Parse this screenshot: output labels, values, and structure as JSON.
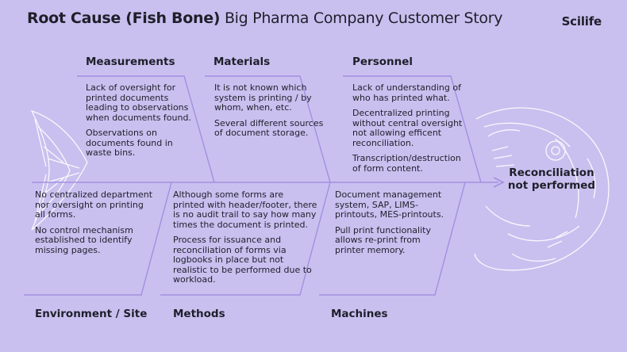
{
  "header": {
    "title_bold": "Root Cause (Fish Bone)",
    "title_rest": " Big Pharma Company Customer Story",
    "logo": "Scilife"
  },
  "outcome": {
    "line1": "Reconciliation",
    "line2": "not performed"
  },
  "categories": {
    "measurements": {
      "label": "Measurements",
      "items": [
        "Lack of oversight for printed documents leading to observations when documents found.",
        "Observations on documents found in waste bins."
      ]
    },
    "materials": {
      "label": "Materials",
      "items": [
        "It is not known which system is printing / by whom, when, etc.",
        "Several different sources of document storage."
      ]
    },
    "personnel": {
      "label": "Personnel",
      "items": [
        "Lack of understanding of who has printed what.",
        "Decentralized printing without central oversight not allowing efficent reconciliation.",
        "Transcription/destruction of form content."
      ]
    },
    "environment": {
      "label": "Environment / Site",
      "items": [
        "No centralized department nor oversight on printing all forms.",
        "No control mechanism established to identify missing pages."
      ]
    },
    "methods": {
      "label": "Methods",
      "items": [
        "Although some forms are printed with header/footer, there is no audit trail to say how many times the document is printed.",
        "Process for issuance and reconciliation of forms via logbooks in place but not realistic to be performed due to workload."
      ]
    },
    "machines": {
      "label": "Machines",
      "items": [
        "Document management system, SAP, LIMS-printouts, MES-printouts.",
        "Pull print functionality allows re-print from printer memory."
      ]
    }
  },
  "colors": {
    "background": "#c9c0ef",
    "bone_line": "#a48fe0",
    "fish_sketch": "#ffffff",
    "text": "#1f1f2b"
  }
}
